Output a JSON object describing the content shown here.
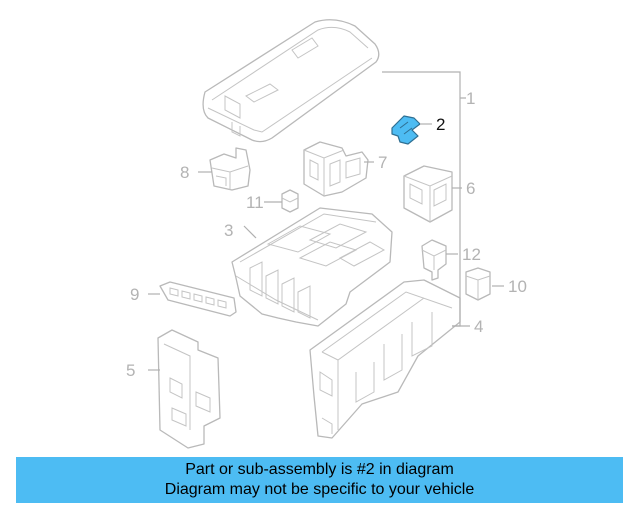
{
  "labels": {
    "n1": "1",
    "n2": "2",
    "n3": "3",
    "n4": "4",
    "n5": "5",
    "n6": "6",
    "n7": "7",
    "n8": "8",
    "n9": "9",
    "n10": "10",
    "n11": "11",
    "n12": "12"
  },
  "highlight_part": "2",
  "colors": {
    "highlight": "#4dbcf3",
    "banner": "#4dbcf3",
    "line": "#b9b9b9"
  },
  "banner": {
    "line1": "Part or sub-assembly is #2 in diagram",
    "line2": "Diagram may not be specific to your vehicle"
  }
}
